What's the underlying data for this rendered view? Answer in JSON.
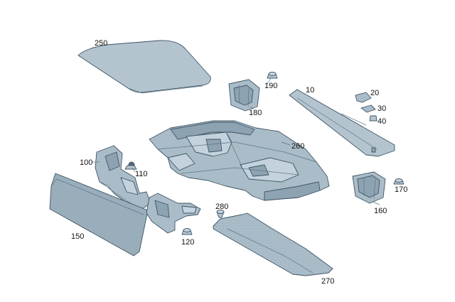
{
  "colors": {
    "part_fill": "#a9bcc8",
    "part_shade": "#8ea3b1",
    "part_light": "#c3d2dc",
    "outline": "#3f5566",
    "label_text": "#111111"
  },
  "callouts": [
    {
      "id": "250",
      "text": "250"
    },
    {
      "id": "190",
      "text": "190"
    },
    {
      "id": "180",
      "text": "180"
    },
    {
      "id": "10",
      "text": "10"
    },
    {
      "id": "20",
      "text": "20"
    },
    {
      "id": "30",
      "text": "30"
    },
    {
      "id": "40",
      "text": "40"
    },
    {
      "id": "260",
      "text": "260"
    },
    {
      "id": "100",
      "text": "100"
    },
    {
      "id": "110",
      "text": "110"
    },
    {
      "id": "170",
      "text": "170"
    },
    {
      "id": "160",
      "text": "160"
    },
    {
      "id": "280",
      "text": "280"
    },
    {
      "id": "150",
      "text": "150"
    },
    {
      "id": "120",
      "text": "120"
    },
    {
      "id": "270",
      "text": "270"
    }
  ]
}
